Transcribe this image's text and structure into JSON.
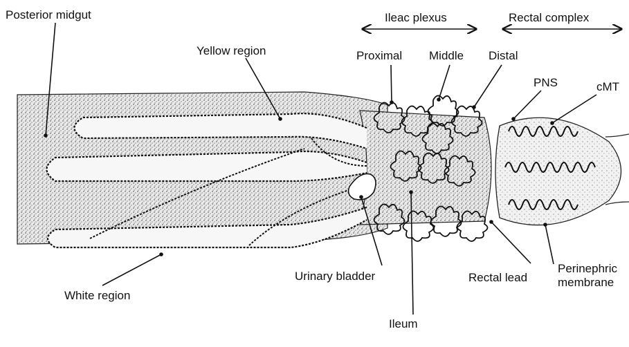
{
  "labels": {
    "posterior_midgut": "Posterior midgut",
    "yellow_region": "Yellow region",
    "white_region": "White region",
    "ileac_plexus": "Ileac plexus",
    "rectal_complex": "Rectal complex",
    "proximal": "Proximal",
    "middle": "Middle",
    "distal": "Distal",
    "pns": "PNS",
    "cmt": "cMT",
    "urinary_bladder": "Urinary bladder",
    "ileum": "Ileum",
    "rectal_lead": "Rectal lead",
    "perinephric_line1": "Perinephric",
    "perinephric_line2": "membrane"
  },
  "colors": {
    "ink": "#111111",
    "stipple": "#7a7a7a",
    "background": "#ffffff"
  }
}
